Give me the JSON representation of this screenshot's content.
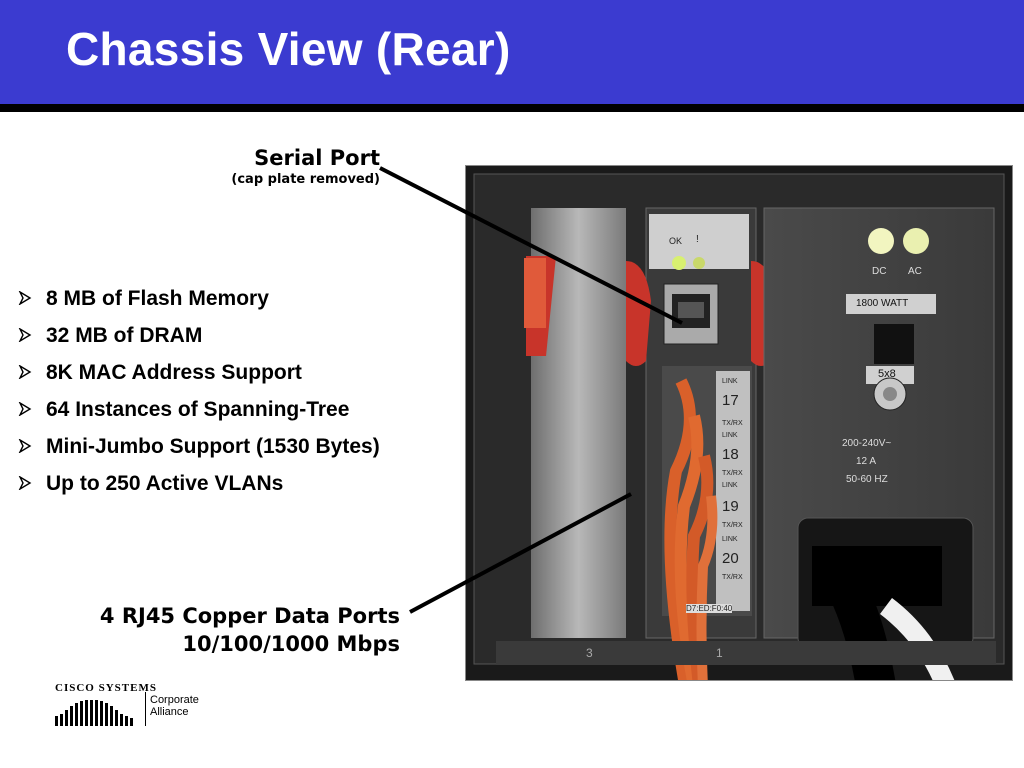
{
  "title": "Chassis View (Rear)",
  "callouts": {
    "serial_port": "Serial Port",
    "serial_port_note": "(cap plate removed)",
    "ports_line1": "4 RJ45 Copper Data Ports",
    "ports_line2": "10/100/1000 Mbps"
  },
  "bullets": [
    "8 MB of Flash Memory",
    "32 MB of DRAM",
    "8K MAC Address Support",
    "64 Instances of Spanning-Tree",
    "Mini-Jumbo Support (1530 Bytes)",
    "Up to 250 Active VLANs"
  ],
  "photo_labels": {
    "ok": "OK",
    "bang": "!",
    "dc": "DC",
    "ac": "AC",
    "watt": "1800 WATT",
    "fuse": "5x8",
    "voltage": "200-240V~",
    "amps": "12 A",
    "freq": "50-60 HZ",
    "port17": "17",
    "port18": "18",
    "port19": "19",
    "port20": "20",
    "link": "LINK",
    "txrx": "TX/RX",
    "mac": "D7:ED:F0:40",
    "slot3": "3",
    "slot1": "1"
  },
  "footer": {
    "brand": "Cisco Systems",
    "tagline_line1": "Corporate",
    "tagline_line2": "Alliance"
  },
  "colors": {
    "title_bar": "#3b3bd0",
    "cable": "#d9602a",
    "led_green": "#d8f070"
  }
}
